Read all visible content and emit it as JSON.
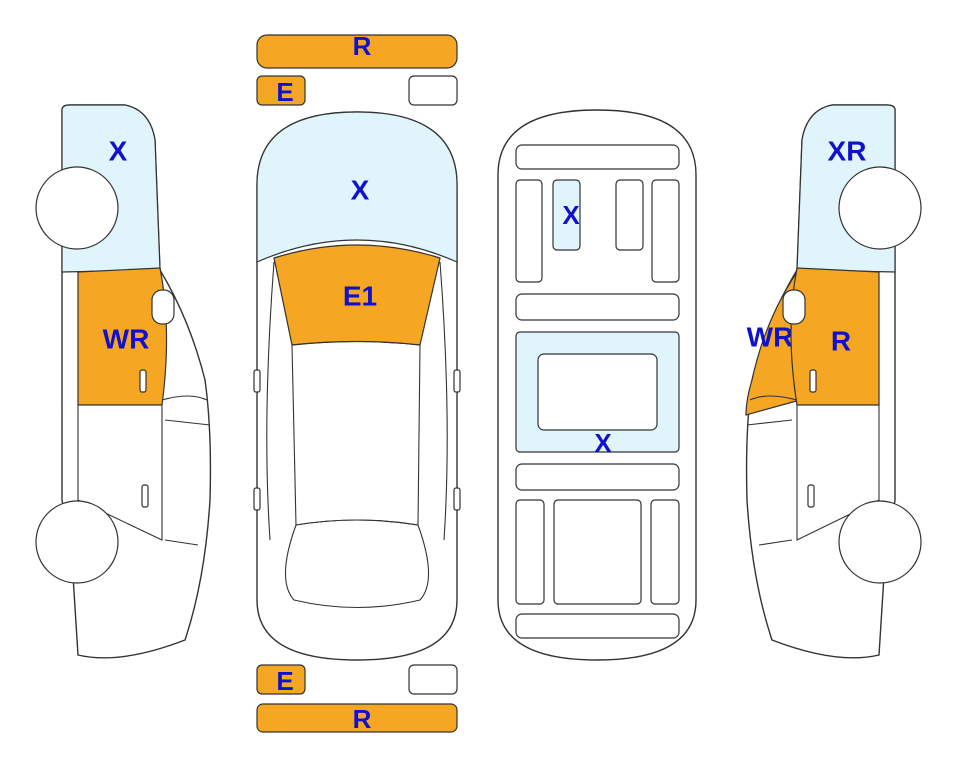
{
  "colors": {
    "damage_orange": "#f5a623",
    "damage_blue": "#dff4fb",
    "label_blue": "#1111cc",
    "outline": "#333333"
  },
  "labels": {
    "front_bumper": "R",
    "front_left_small": "E",
    "hood": "X",
    "windshield": "E1",
    "rear_small": "E",
    "rear_bumper": "R",
    "left_fender": "X",
    "left_front_door": "WR",
    "roof_front": "X",
    "roof_middle": "X",
    "right_fender": "XR",
    "right_pillar": "WR",
    "right_front_door": "R"
  }
}
